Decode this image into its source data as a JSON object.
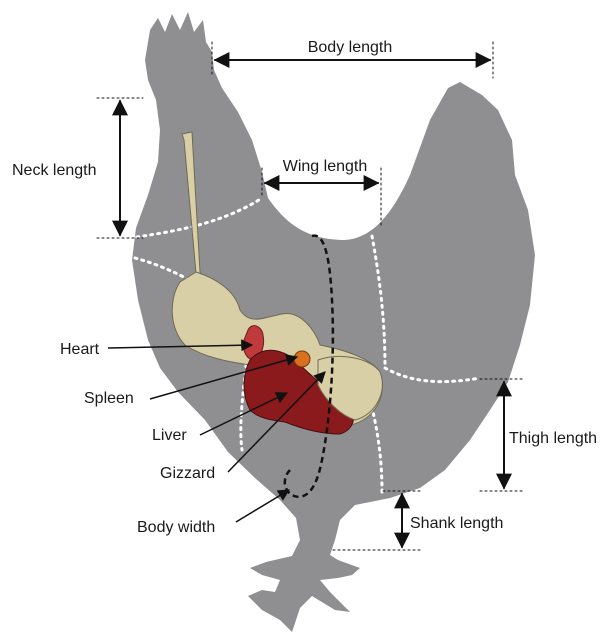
{
  "labels": {
    "body_length": "Body length",
    "neck_length": "Neck length",
    "wing_length": "Wing length",
    "thigh_length": "Thigh length",
    "shank_length": "Shank length",
    "heart": "Heart",
    "spleen": "Spleen",
    "liver": "Liver",
    "gizzard": "Gizzard",
    "body_width": "Body width"
  },
  "colors": {
    "body": "#8f8f91",
    "digestive_tract": "#d8cfa6",
    "heart": "#c0393b",
    "spleen": "#d9701f",
    "liver": "#8b1a1d",
    "measure_line": "#111111",
    "segment_line": "#ffffff"
  }
}
